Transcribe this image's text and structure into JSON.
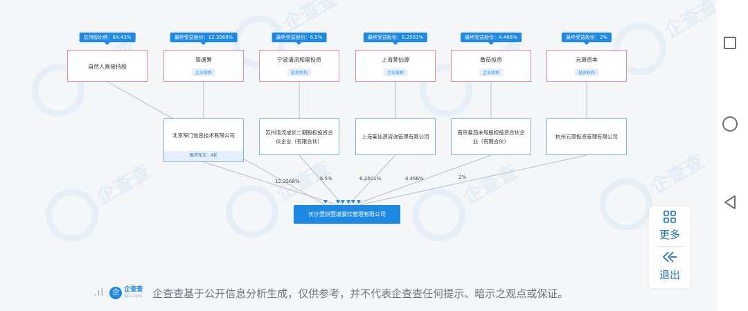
{
  "header_badges": [
    "总持股比例：64.43%",
    "最终受益股份：12.3568%",
    "最终受益股份：6.5%",
    "最终受益股份：6.2501%",
    "最终受益股份：4.466%",
    "最终受益股份：2%"
  ],
  "top_boxes": [
    {
      "name": "自然人直接持股",
      "tag": ""
    },
    {
      "name": "靠谱筹",
      "tag": "企业族群"
    },
    {
      "name": "宁波清流和盛投资",
      "tag": "投资机构"
    },
    {
      "name": "上海莱仙源",
      "tag": "企业族群"
    },
    {
      "name": "番茄投资",
      "tag": "企业族群"
    },
    {
      "name": "元璟资本",
      "tag": "投资机构"
    }
  ],
  "mid_boxes": [
    {
      "name": "北京窄门信息技术有限公司",
      "round": "融资轮次：A轮"
    },
    {
      "name": "苏州清流成长二期股权投资合伙企业（有限合伙）",
      "round": ""
    },
    {
      "name": "上海莱仙源咨询管理有限公司",
      "round": ""
    },
    {
      "name": "南京番茄未号股权投资合伙企业（有限合伙）",
      "round": ""
    },
    {
      "name": "杭州元璟投资管理有限公司",
      "round": ""
    }
  ],
  "edge_percents": [
    "12.3568%",
    "6.5%",
    "6.2501%",
    "4.466%",
    "2%"
  ],
  "target_company": "长沙壹饼壹城餐饮管理有限公司",
  "side_buttons": {
    "more_label": "更多",
    "more_icon": "grid-icon",
    "exit_label": "退出",
    "exit_icon": "double-chevron-left-icon"
  },
  "footer": {
    "logo_text": "企查查",
    "logo_sub": "Qcc.com",
    "disclaimer": "企查查基于公开信息分析生成，仅供参考，并不代表企查查任何提示、暗示之观点或保证。"
  },
  "watermark_text": "企查查",
  "colors": {
    "accent": "#1e88e5",
    "top_border": "#e98a97",
    "mid_border": "#7fb3de"
  }
}
